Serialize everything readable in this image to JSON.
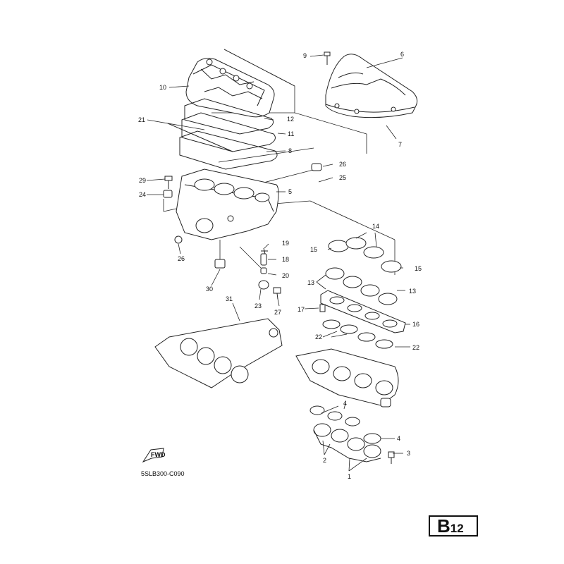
{
  "diagram": {
    "code": "5SLB300-C090",
    "page_letter": "B",
    "page_number": "12",
    "fwd_label": "FWD",
    "callouts": [
      {
        "id": "c9",
        "text": "9"
      },
      {
        "id": "c6",
        "text": "6"
      },
      {
        "id": "c10",
        "text": "10"
      },
      {
        "id": "c7",
        "text": "7"
      },
      {
        "id": "c21",
        "text": "21"
      },
      {
        "id": "c12",
        "text": "12"
      },
      {
        "id": "c11",
        "text": "11"
      },
      {
        "id": "c8",
        "text": "8"
      },
      {
        "id": "c26a",
        "text": "26"
      },
      {
        "id": "c25",
        "text": "25"
      },
      {
        "id": "c29",
        "text": "29"
      },
      {
        "id": "c24",
        "text": "24"
      },
      {
        "id": "c5",
        "text": "5"
      },
      {
        "id": "c14",
        "text": "14"
      },
      {
        "id": "c15a",
        "text": "15"
      },
      {
        "id": "c15b",
        "text": "15"
      },
      {
        "id": "c19",
        "text": "19"
      },
      {
        "id": "c26b",
        "text": "26"
      },
      {
        "id": "c18",
        "text": "18"
      },
      {
        "id": "c20",
        "text": "20"
      },
      {
        "id": "c13a",
        "text": "13"
      },
      {
        "id": "c13b",
        "text": "13"
      },
      {
        "id": "c30",
        "text": "30"
      },
      {
        "id": "c23",
        "text": "23"
      },
      {
        "id": "c27",
        "text": "27"
      },
      {
        "id": "c17",
        "text": "17"
      },
      {
        "id": "c31",
        "text": "31"
      },
      {
        "id": "c16",
        "text": "16"
      },
      {
        "id": "c22a",
        "text": "22"
      },
      {
        "id": "c22b",
        "text": "22"
      },
      {
        "id": "c4a",
        "text": "4"
      },
      {
        "id": "c4b",
        "text": "4"
      },
      {
        "id": "c3",
        "text": "3"
      },
      {
        "id": "c2",
        "text": "2"
      },
      {
        "id": "c1",
        "text": "1"
      }
    ]
  }
}
